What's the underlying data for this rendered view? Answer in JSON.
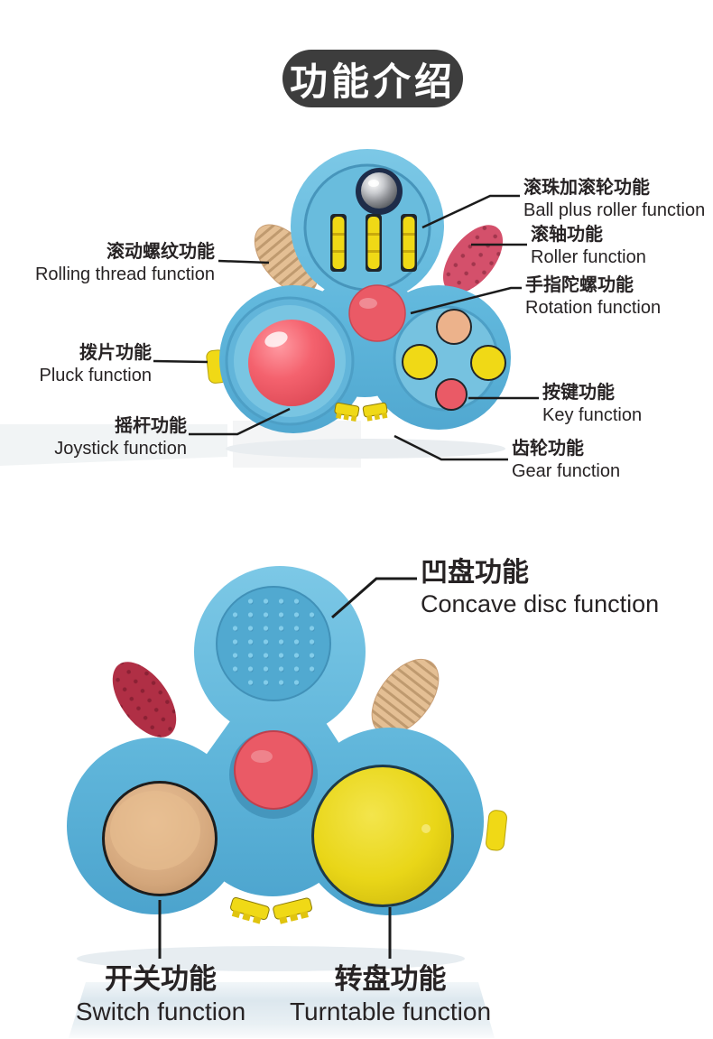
{
  "banner": {
    "title": "功能介绍"
  },
  "figure_front": {
    "callouts": {
      "ball_roller": {
        "zh": "滚珠加滚轮功能",
        "en": "Ball plus roller function"
      },
      "roller": {
        "zh": "滚轴功能",
        "en": "Roller function"
      },
      "rotation": {
        "zh": "手指陀螺功能",
        "en": "Rotation function"
      },
      "key": {
        "zh": "按键功能",
        "en": "Key function"
      },
      "gear": {
        "zh": "齿轮功能",
        "en": "Gear function"
      },
      "rolling_thread": {
        "zh": "滚动螺纹功能",
        "en": "Rolling thread function"
      },
      "pluck": {
        "zh": "拨片功能",
        "en": "Pluck function"
      },
      "joystick": {
        "zh": "摇杆功能",
        "en": "Joystick function"
      }
    }
  },
  "figure_back": {
    "callouts": {
      "concave_disc": {
        "zh": "凹盘功能",
        "en": "Concave disc function"
      },
      "switch": {
        "zh": "开关功能",
        "en": "Switch function"
      },
      "turntable": {
        "zh": "转盘功能",
        "en": "Turntable function"
      }
    }
  },
  "colors": {
    "banner_bg": "#3d3d3d",
    "banner_text": "#ffffff",
    "body_blue": "#5fb6db",
    "body_blue_light": "#79c6e5",
    "body_blue_deep": "#4a9cc4",
    "accent_red": "#ea5a66",
    "accent_raspberry": "#d4506b",
    "accent_dark_red": "#b02f45",
    "accent_yellow": "#f0d916",
    "accent_tan": "#ecb28b",
    "thread_tan": "#e4bf94",
    "navy": "#1e2c49",
    "label_text": "#272324",
    "callout_line": "#1b1b1b"
  }
}
